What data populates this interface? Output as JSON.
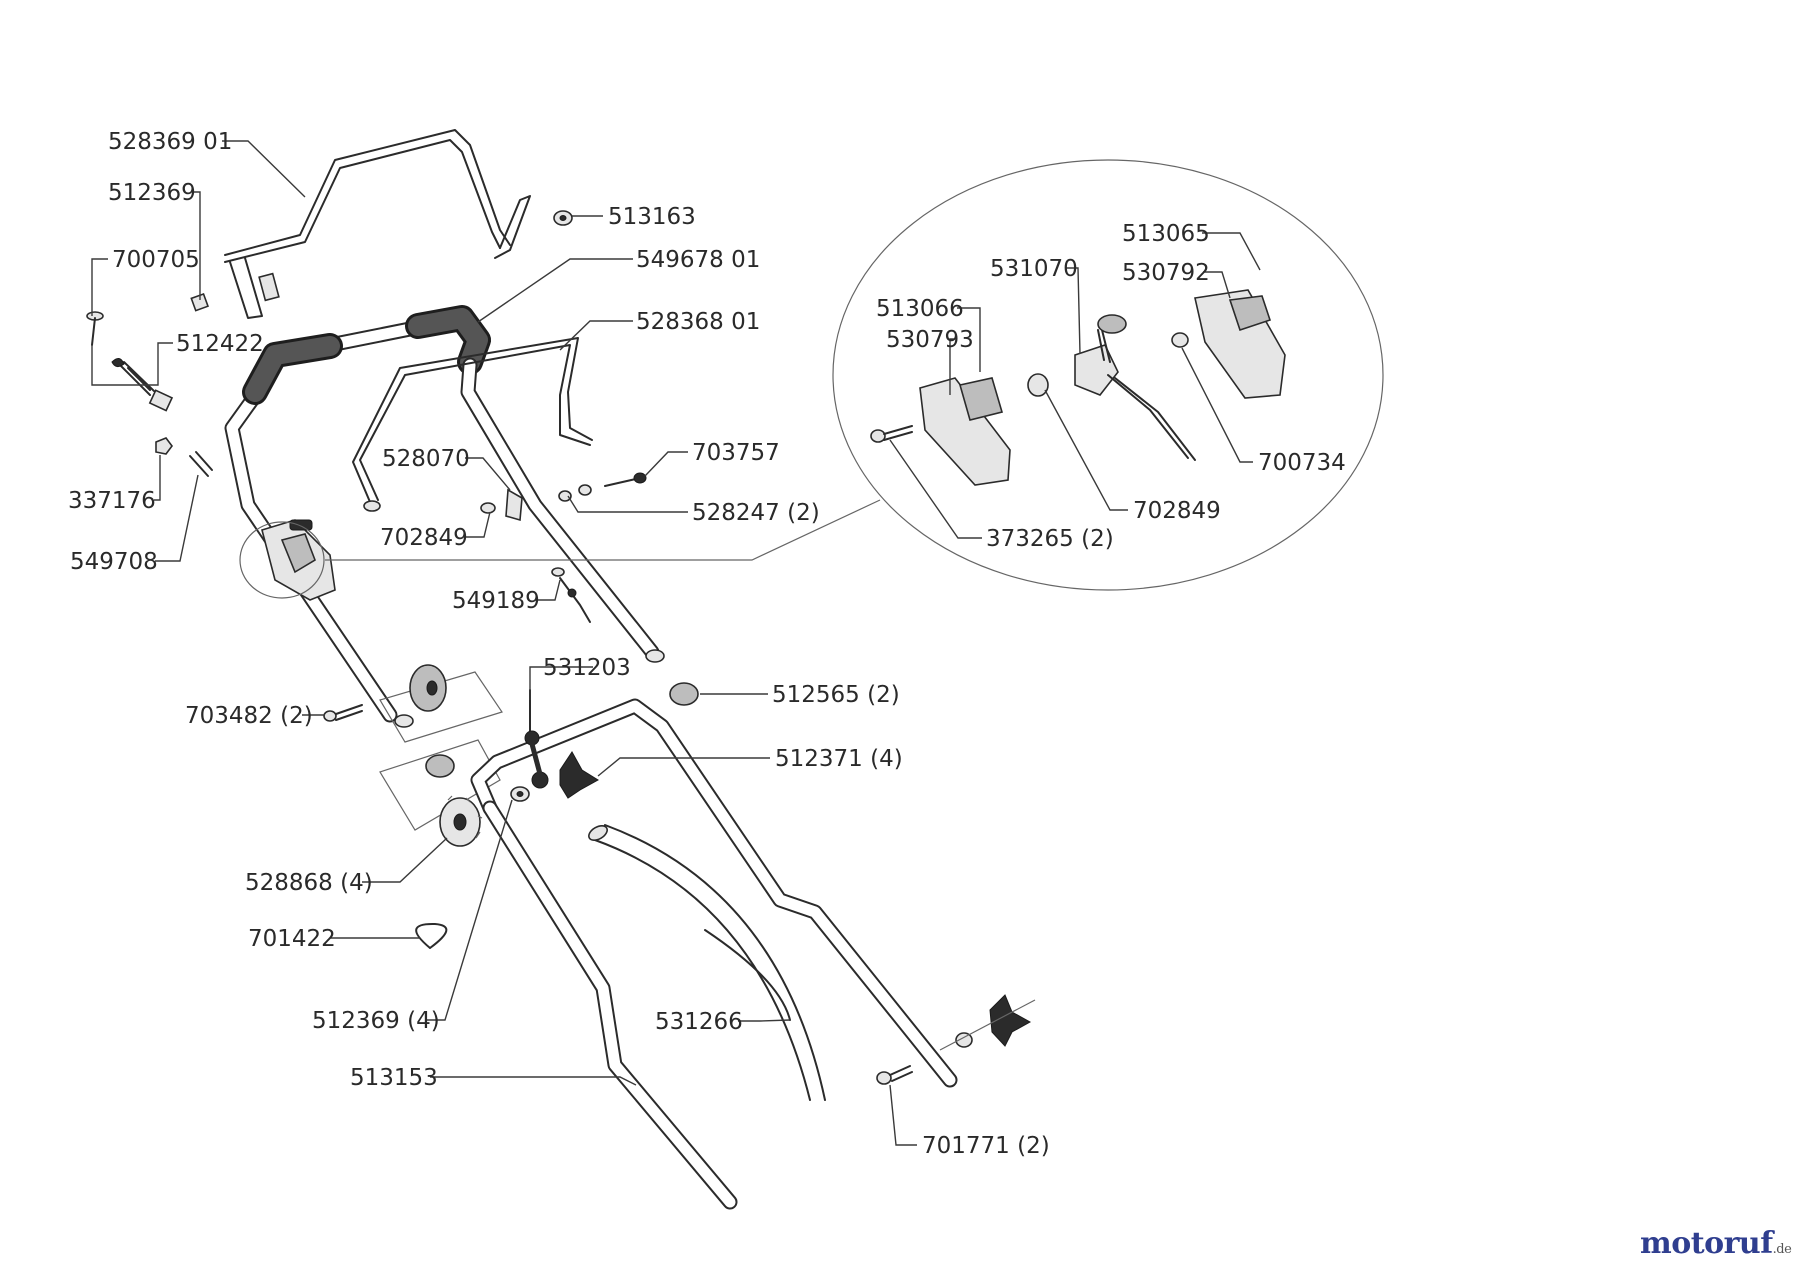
{
  "diagram": {
    "part_labels": {
      "p528369_01": "528369 01",
      "p512369": "512369",
      "p513163": "513163",
      "p700705": "700705",
      "p549678_01": "549678 01",
      "p528368_01": "528368 01",
      "p512422": "512422",
      "p528070": "528070",
      "p703757": "703757",
      "p337176": "337176",
      "p528247": "528247 (2)",
      "p702849_a": "702849",
      "p549708": "549708",
      "p549189": "549189",
      "p531203": "531203",
      "p512565": "512565 (2)",
      "p703482": "703482 (2)",
      "p512371": "512371 (4)",
      "p528868": "528868 (4)",
      "p701422": "701422",
      "p512369_4": "512369 (4)",
      "p531266": "531266",
      "p513153": "513153",
      "p701771": "701771 (2)",
      "d513065": "513065",
      "d531070": "531070",
      "d530792": "530792",
      "d513066": "513066",
      "d530793": "530793",
      "d700734": "700734",
      "d702849": "702849",
      "d373265": "373265 (2)"
    }
  },
  "logo": {
    "brand": "motoruf",
    "suffix": ".de",
    "accent_color": "#2f3e8f"
  }
}
